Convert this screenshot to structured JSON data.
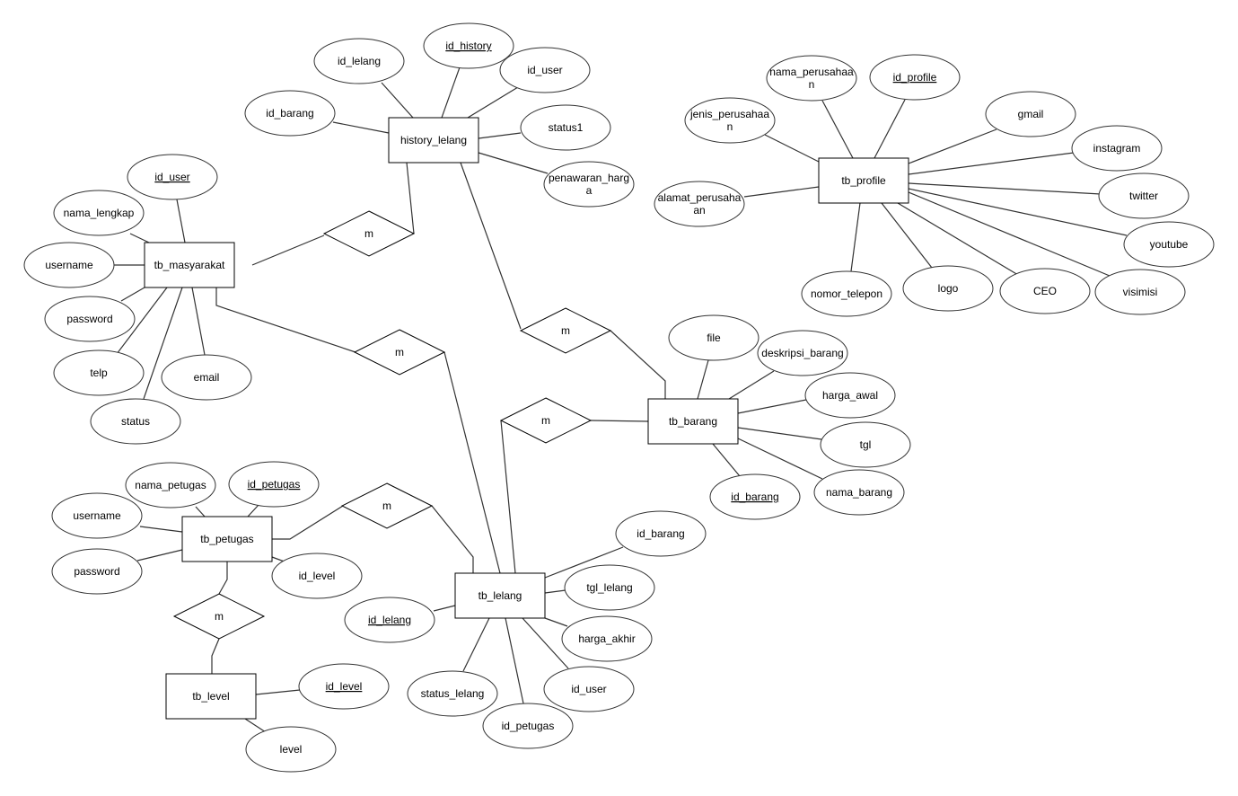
{
  "entities": [
    {
      "id": "history_lelang",
      "label": "history_lelang"
    },
    {
      "id": "tb_masyarakat",
      "label": "tb_masyarakat"
    },
    {
      "id": "tb_profile",
      "label": "tb_profile"
    },
    {
      "id": "tb_barang",
      "label": "tb_barang"
    },
    {
      "id": "tb_petugas",
      "label": "tb_petugas"
    },
    {
      "id": "tb_lelang",
      "label": "tb_lelang"
    },
    {
      "id": "tb_level",
      "label": "tb_level"
    }
  ],
  "relationships": [
    {
      "id": "rel_masyarakat_history",
      "label": "m"
    },
    {
      "id": "rel_history_barang",
      "label": "m"
    },
    {
      "id": "rel_masyarakat_lelang",
      "label": "m"
    },
    {
      "id": "rel_lelang_barang",
      "label": "m"
    },
    {
      "id": "rel_petugas_lelang",
      "label": "m"
    },
    {
      "id": "rel_petugas_level",
      "label": "m"
    }
  ],
  "attributes": [
    {
      "id": "a_hist_id_lelang",
      "entity": "history_lelang",
      "label": "id_lelang",
      "key": false
    },
    {
      "id": "a_hist_id_history",
      "entity": "history_lelang",
      "label": "id_history",
      "key": true
    },
    {
      "id": "a_hist_id_user",
      "entity": "history_lelang",
      "label": "id_user",
      "key": false
    },
    {
      "id": "a_hist_id_barang",
      "entity": "history_lelang",
      "label": "id_barang",
      "key": false
    },
    {
      "id": "a_hist_status1",
      "entity": "history_lelang",
      "label": "status1",
      "key": false
    },
    {
      "id": "a_hist_penawaran",
      "entity": "history_lelang",
      "label": "penawaran_harga",
      "lines": [
        "penawaran_harg",
        "a"
      ],
      "key": false
    },
    {
      "id": "a_mas_id_user",
      "entity": "tb_masyarakat",
      "label": "id_user",
      "key": true
    },
    {
      "id": "a_mas_nama",
      "entity": "tb_masyarakat",
      "label": "nama_lengkap",
      "key": false
    },
    {
      "id": "a_mas_username",
      "entity": "tb_masyarakat",
      "label": "username",
      "key": false
    },
    {
      "id": "a_mas_password",
      "entity": "tb_masyarakat",
      "label": "password",
      "key": false
    },
    {
      "id": "a_mas_telp",
      "entity": "tb_masyarakat",
      "label": "telp",
      "key": false
    },
    {
      "id": "a_mas_email",
      "entity": "tb_masyarakat",
      "label": "email",
      "key": false
    },
    {
      "id": "a_mas_status",
      "entity": "tb_masyarakat",
      "label": "status",
      "key": false
    },
    {
      "id": "a_pro_nama",
      "entity": "tb_profile",
      "label": "nama_perusahaan",
      "lines": [
        "nama_perusahaa",
        "n"
      ],
      "key": false
    },
    {
      "id": "a_pro_id",
      "entity": "tb_profile",
      "label": "id_profile",
      "key": true
    },
    {
      "id": "a_pro_jenis",
      "entity": "tb_profile",
      "label": "jenis_perusahaan",
      "lines": [
        "jenis_perusahaa",
        "n"
      ],
      "key": false
    },
    {
      "id": "a_pro_gmail",
      "entity": "tb_profile",
      "label": "gmail",
      "key": false
    },
    {
      "id": "a_pro_instagram",
      "entity": "tb_profile",
      "label": "instagram",
      "key": false
    },
    {
      "id": "a_pro_alamat",
      "entity": "tb_profile",
      "label": "alamat_perusahaan",
      "lines": [
        "alamat_perusaha",
        "an"
      ],
      "key": false
    },
    {
      "id": "a_pro_twitter",
      "entity": "tb_profile",
      "label": "twitter",
      "key": false
    },
    {
      "id": "a_pro_youtube",
      "entity": "tb_profile",
      "label": "youtube",
      "key": false
    },
    {
      "id": "a_pro_nomor",
      "entity": "tb_profile",
      "label": "nomor_telepon",
      "key": false
    },
    {
      "id": "a_pro_logo",
      "entity": "tb_profile",
      "label": "logo",
      "key": false
    },
    {
      "id": "a_pro_ceo",
      "entity": "tb_profile",
      "label": "CEO",
      "key": false
    },
    {
      "id": "a_pro_visimisi",
      "entity": "tb_profile",
      "label": "visimisi",
      "key": false
    },
    {
      "id": "a_bar_file",
      "entity": "tb_barang",
      "label": "file",
      "key": false
    },
    {
      "id": "a_bar_deskripsi",
      "entity": "tb_barang",
      "label": "deskripsi_barang",
      "key": false
    },
    {
      "id": "a_bar_harga_awal",
      "entity": "tb_barang",
      "label": "harga_awal",
      "key": false
    },
    {
      "id": "a_bar_tgl",
      "entity": "tb_barang",
      "label": "tgl",
      "key": false
    },
    {
      "id": "a_bar_nama",
      "entity": "tb_barang",
      "label": "nama_barang",
      "key": false
    },
    {
      "id": "a_bar_id",
      "entity": "tb_barang",
      "label": "id_barang",
      "key": true
    },
    {
      "id": "a_pet_nama",
      "entity": "tb_petugas",
      "label": "nama_petugas",
      "key": false
    },
    {
      "id": "a_pet_id",
      "entity": "tb_petugas",
      "label": "id_petugas",
      "key": true
    },
    {
      "id": "a_pet_username",
      "entity": "tb_petugas",
      "label": "username",
      "key": false
    },
    {
      "id": "a_pet_password",
      "entity": "tb_petugas",
      "label": "password",
      "key": false
    },
    {
      "id": "a_pet_id_level",
      "entity": "tb_petugas",
      "label": "id_level",
      "key": false
    },
    {
      "id": "a_lel_id_barang",
      "entity": "tb_lelang",
      "label": "id_barang",
      "key": false
    },
    {
      "id": "a_lel_tgl",
      "entity": "tb_lelang",
      "label": "tgl_lelang",
      "key": false
    },
    {
      "id": "a_lel_harga_akhir",
      "entity": "tb_lelang",
      "label": "harga_akhir",
      "key": false
    },
    {
      "id": "a_lel_id_user",
      "entity": "tb_lelang",
      "label": "id_user",
      "key": false
    },
    {
      "id": "a_lel_id_petugas",
      "entity": "tb_lelang",
      "label": "id_petugas",
      "key": false
    },
    {
      "id": "a_lel_status",
      "entity": "tb_lelang",
      "label": "status_lelang",
      "key": false
    },
    {
      "id": "a_lel_id_lelang",
      "entity": "tb_lelang",
      "label": "id_lelang",
      "key": true
    },
    {
      "id": "a_lev_id_level",
      "entity": "tb_level",
      "label": "id_level",
      "key": true
    },
    {
      "id": "a_lev_level",
      "entity": "tb_level",
      "label": "level",
      "key": false
    }
  ]
}
